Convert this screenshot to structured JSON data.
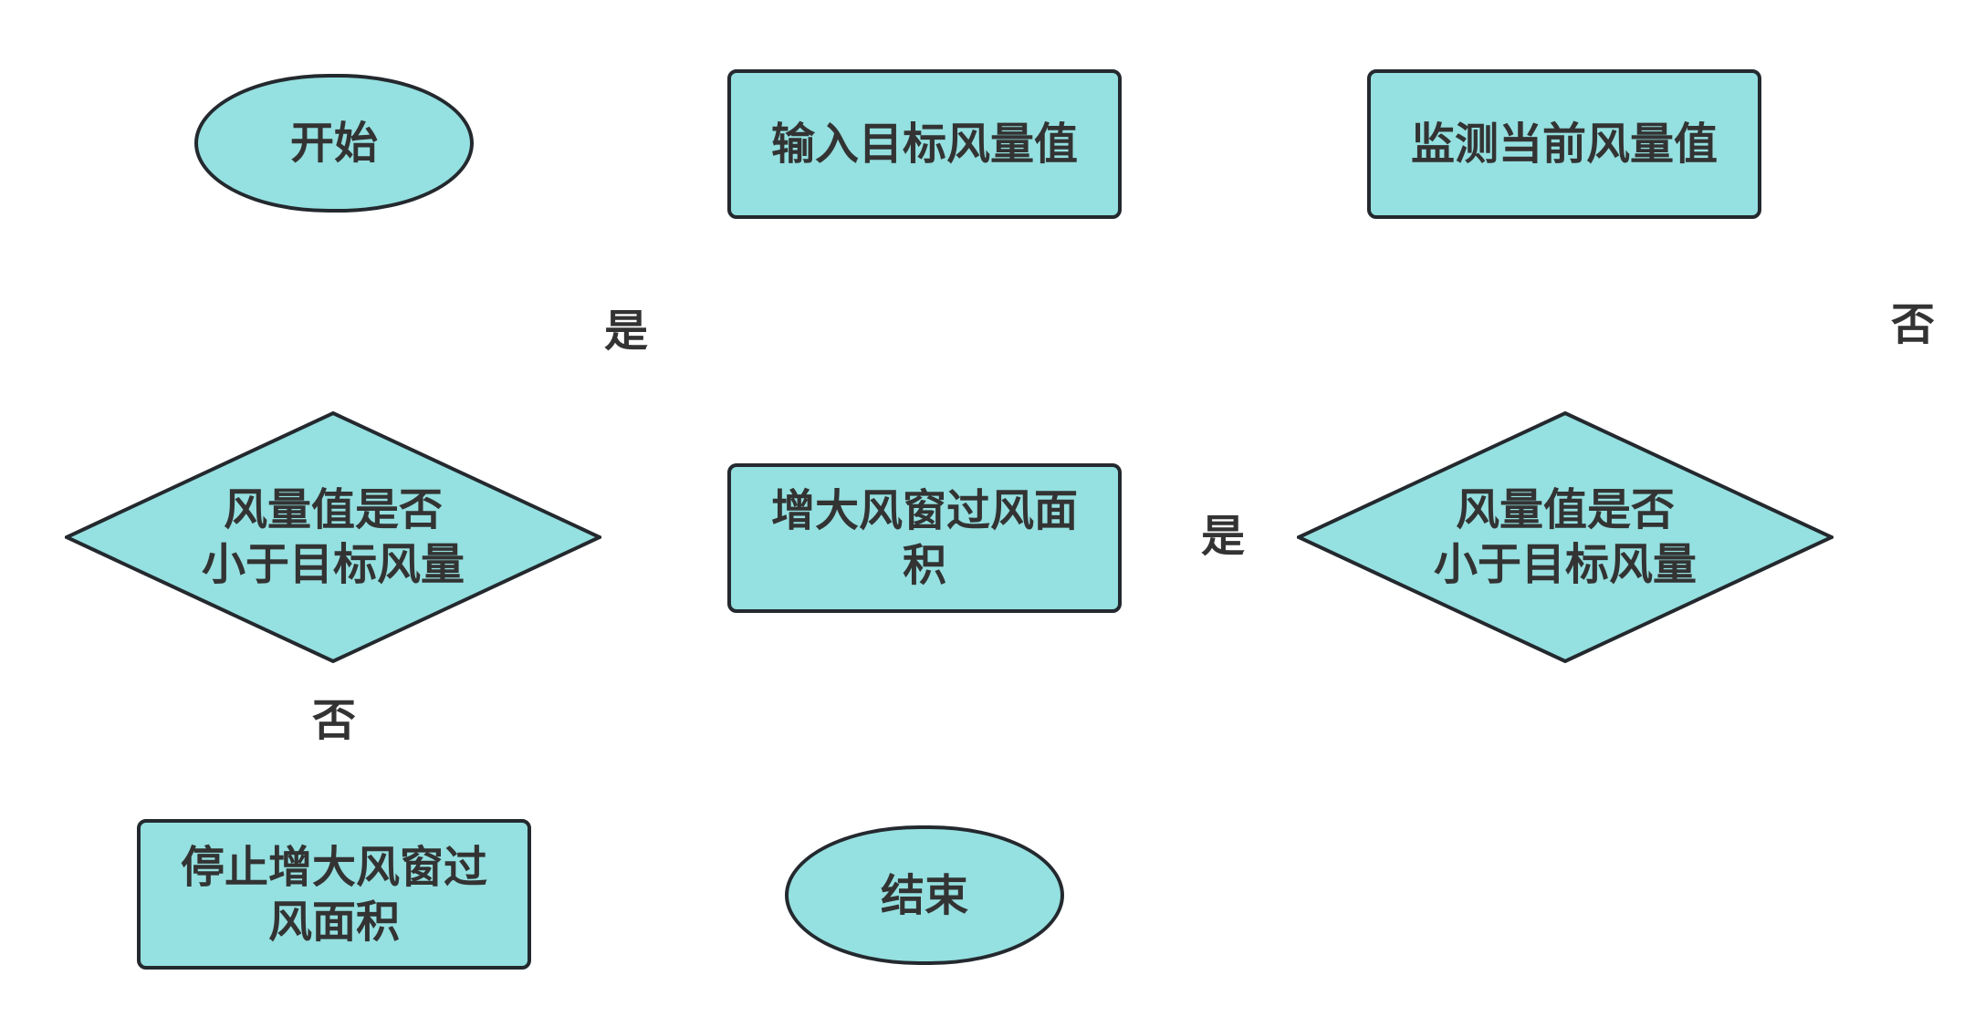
{
  "diagram": {
    "colors": {
      "fill": "#95e0e0",
      "stroke": "#23292e",
      "text": "#333333"
    },
    "nodes": {
      "start": {
        "type": "terminal",
        "text": "开始"
      },
      "input_target": {
        "type": "process",
        "text": "输入目标风量值"
      },
      "monitor_current": {
        "type": "process",
        "text": "监测当前风量值"
      },
      "decision_left": {
        "type": "decision",
        "text": "风量值是否\n小于目标风量"
      },
      "increase_area": {
        "type": "process",
        "text": "增大风窗过风面\n积"
      },
      "decision_right": {
        "type": "decision",
        "text": "风量值是否\n小于目标风量"
      },
      "stop_increase": {
        "type": "process",
        "text": "停止增大风窗过\n风面积"
      },
      "end": {
        "type": "terminal",
        "text": "结束"
      }
    },
    "edge_labels": {
      "yes_top": "是",
      "no_right": "否",
      "yes_middle": "是",
      "no_bottom": "否"
    }
  }
}
